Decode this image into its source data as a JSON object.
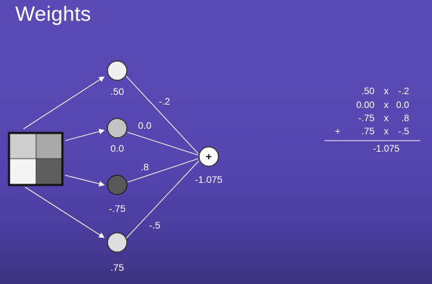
{
  "slide": {
    "title": "Weights"
  },
  "colors": {
    "background": "#5546b0",
    "node_1": "#f0f0f0",
    "node_2": "#c4c4c4",
    "node_3": "#585858",
    "node_4": "#dedede",
    "sum_node": "#ffffff",
    "input_tl": "#cfcfcf",
    "input_tr": "#a9a9a9",
    "input_bl": "#f4f4f4",
    "input_br": "#5e5e5e"
  },
  "network": {
    "nodes": [
      {
        "value": ".50",
        "weight": "-.2"
      },
      {
        "value": "0.0",
        "weight": "0.0"
      },
      {
        "value": "-.75",
        "weight": ".8"
      },
      {
        "value": ".75",
        "weight": "-.5"
      }
    ],
    "sum_symbol": "+",
    "sum_result": "-1.075"
  },
  "calculation": {
    "rows": [
      {
        "op": "",
        "value": ".50",
        "times": "x",
        "weight": "-.2"
      },
      {
        "op": "",
        "value": "0.00",
        "times": "x",
        "weight": "0.0"
      },
      {
        "op": "",
        "value": "-.75",
        "times": "x",
        "weight": ".8"
      },
      {
        "op": "+",
        "value": ".75",
        "times": "x",
        "weight": "-.5"
      }
    ],
    "result": "-1.075"
  }
}
